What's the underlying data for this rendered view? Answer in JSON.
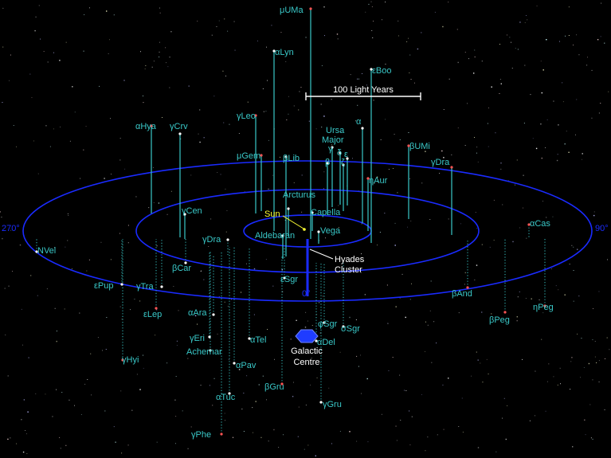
{
  "diagram": {
    "scale_bar_label": "100 Light Years",
    "ring_labels": {
      "left": "270°",
      "right": "90°",
      "front": "0°"
    },
    "galactic_centre": {
      "line1": "Galactic",
      "line2": "Centre"
    },
    "sun_label": "Sun",
    "hyades": {
      "line1": "Hyades",
      "line2": "Cluster"
    },
    "ursa_major": {
      "line1": "Ursa",
      "line2": "Major"
    },
    "stars": [
      "μUMa",
      "αLyn",
      "εBoo",
      "γLeo",
      "αHya",
      "γCrv",
      "α",
      "βUMi",
      "μGem",
      "βLib",
      "γ",
      "δ",
      "ε",
      "β",
      "ζ",
      "ηAur",
      "γDra",
      "Arcturus",
      "Capella",
      "γCen",
      "Vega",
      "αCas",
      "Aldebaran",
      "γDra",
      "NVel",
      "βCar",
      "εSgr",
      "εPup",
      "γTra",
      "βAnd",
      "εLep",
      "αAra",
      "φSgr",
      "σSgr",
      "βPeg",
      "ηPeg",
      "γEri",
      "αTel",
      "αDel",
      "Achernar",
      "γHyi",
      "αPav",
      "βGru",
      "αTuc",
      "γGru",
      "γPhe"
    ]
  },
  "colors": {
    "background": "#000000",
    "ring": "#1a2bff",
    "stem": "#39c8c8",
    "label": "#39c8c8",
    "sun": "#ffff33",
    "white": "#ffffff",
    "centre_marker": "#1f3cff"
  }
}
